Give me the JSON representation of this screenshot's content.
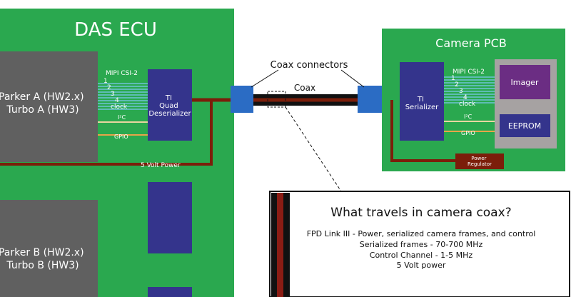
{
  "ecu": {
    "title": "DAS ECU",
    "parker_a": [
      "Parker A (HW2.x)",
      "Turbo A (HW3)"
    ],
    "parker_b": [
      "Parker B (HW2.x)",
      "Turbo B (HW3)"
    ],
    "mipi_label": "MIPI CSI-2",
    "lanes": [
      "1",
      "2",
      "3",
      "4",
      "clock"
    ],
    "i2c_label": "I²C",
    "gpio_label": "GPIO",
    "deser": [
      "TI",
      "Quad",
      "Deserializer"
    ],
    "power_label": "5 Volt Power"
  },
  "coax": {
    "connectors_label": "Coax connectors",
    "coax_label": "Coax"
  },
  "camera": {
    "title": "Camera PCB",
    "mipi_label": "MIPI CSI-2",
    "lanes": [
      "1",
      "2",
      "3",
      "4",
      "clock"
    ],
    "i2c_label": "I²C",
    "gpio_label": "GPIO",
    "serializer": [
      "TI",
      "Serializer"
    ],
    "imager": "Imager",
    "eeprom": "EEPROM",
    "regulator": [
      "Power",
      "Regulator"
    ]
  },
  "callout": {
    "title": "What travels in camera coax?",
    "lines": [
      "FPD Link III - Power, serialized camera frames, and control",
      "Serialized frames - 70-700 MHz",
      "Control Channel - 1-5 MHz",
      "5 Volt power"
    ]
  },
  "colors": {
    "pcb_green": "#2aa84f",
    "chip_blue": "#34348c",
    "gray": "#606060",
    "coax_red": "#7b1e0a",
    "connector_blue": "#2b6cc4",
    "mipi_blue": "#7ec8f0",
    "i2c_tan": "#e8d6a0",
    "gpio_orange": "#e8a44a"
  }
}
